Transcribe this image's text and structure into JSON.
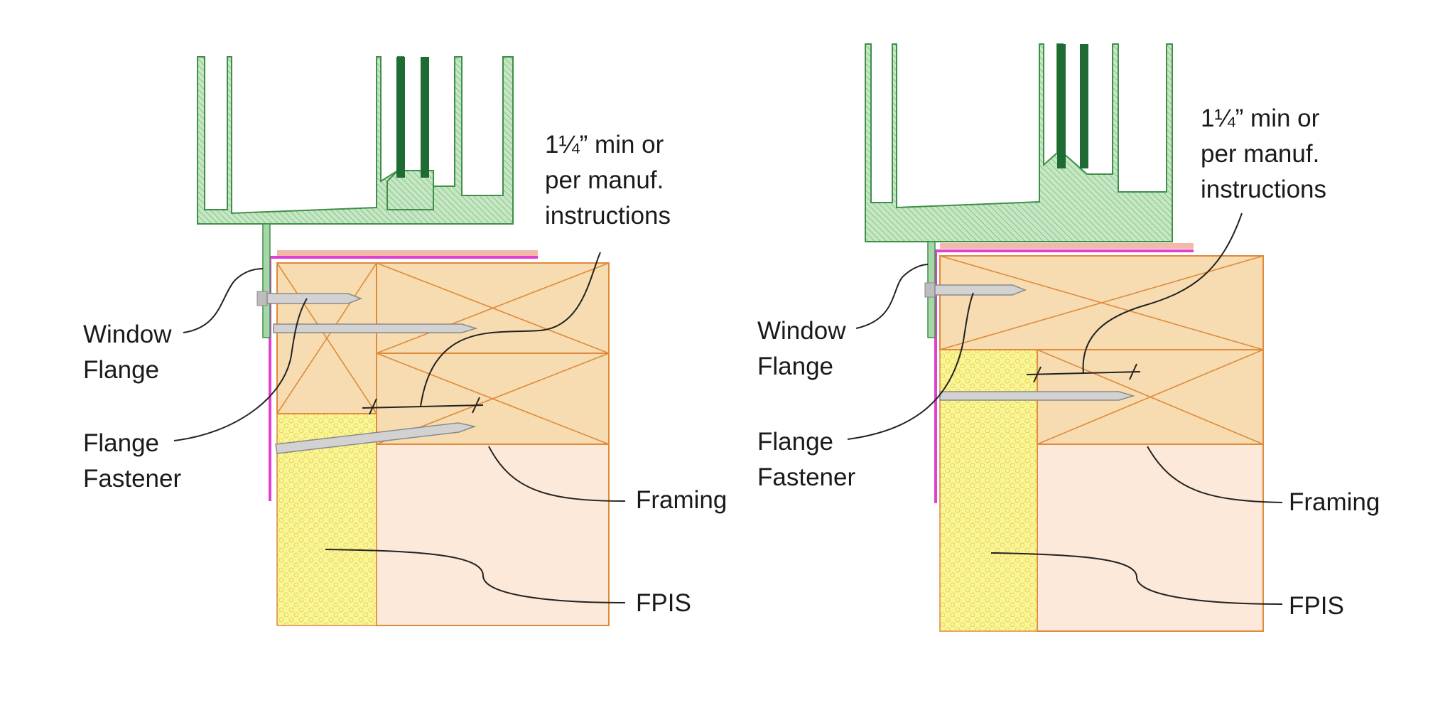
{
  "left": {
    "dimension_label": [
      "1¼” min or",
      "per manuf.",
      "instructions"
    ],
    "window_flange_label": [
      "Window",
      "Flange"
    ],
    "flange_fastener_label": [
      "Flange",
      "Fastener"
    ],
    "framing_label": "Framing",
    "fpis_label": "FPIS"
  },
  "right": {
    "dimension_label": [
      "1¼” min or",
      "per manuf.",
      "instructions"
    ],
    "window_flange_label": [
      "Window",
      "Flange"
    ],
    "flange_fastener_label": [
      "Flange",
      "Fastener"
    ],
    "framing_label": "Framing",
    "fpis_label": "FPIS"
  },
  "colors": {
    "wood": "#f6dcb0",
    "wood_lines": "#e08a3a",
    "framing_fill": "#fde9d9",
    "foam": "#fbf59a",
    "window_frame": "#a7d7a9",
    "glass": "#1e6b34",
    "wrb": "#e040d0",
    "nail": "#d2d2d2"
  }
}
